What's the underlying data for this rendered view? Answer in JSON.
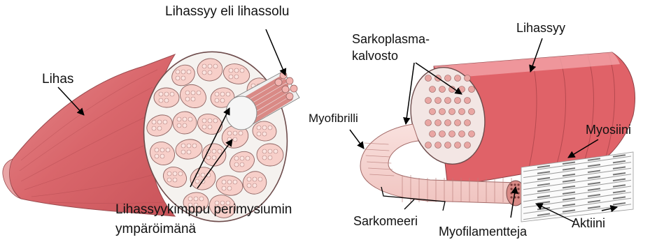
{
  "labels": {
    "lihas": "Lihas",
    "lihassyy_eli_lihassolu": "Lihassyy eli lihassolu",
    "lihassyykimppu_line1": "Lihassyykimppu perimysiumin",
    "lihassyykimppu_line2": "ympäröimänä",
    "sarkoplasma_line1": "Sarkoplasma-",
    "sarkoplasma_line2": "kalvosto",
    "lihassyy": "Lihassyy",
    "myofibrilli": "Myofibrilli",
    "myosiini": "Myosiini",
    "sarkomeeri": "Sarkomeeri",
    "myofilamentteja": "Myofilamentteja",
    "aktiini": "Aktiini"
  },
  "colors": {
    "muscle_red": "#d9666b",
    "muscle_light": "#f3b9b9",
    "fiber_pink": "#f6d3d0",
    "endomysium": "#f4f2f0",
    "outline": "#7a4a4a",
    "text": "#111111"
  }
}
